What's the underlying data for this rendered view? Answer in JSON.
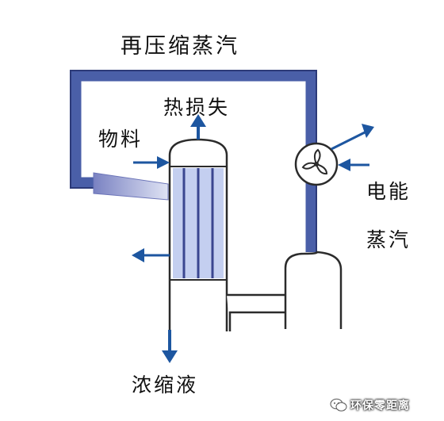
{
  "labels": {
    "recompressed_vapor": "再压缩蒸汽",
    "heat_loss": "热损失",
    "feed_material": "物料",
    "electric_energy": "电能",
    "steam": "蒸汽",
    "concentrate": "浓缩液"
  },
  "watermark": {
    "text": "环保零距离",
    "icon": "wechat-icon"
  },
  "colors": {
    "pipe": "#4a5fa8",
    "pipe_edge": "#2c3a78",
    "arrow": "#1d56a0",
    "tube_fill": "#c4cff0",
    "outline": "#2b2b2b"
  }
}
